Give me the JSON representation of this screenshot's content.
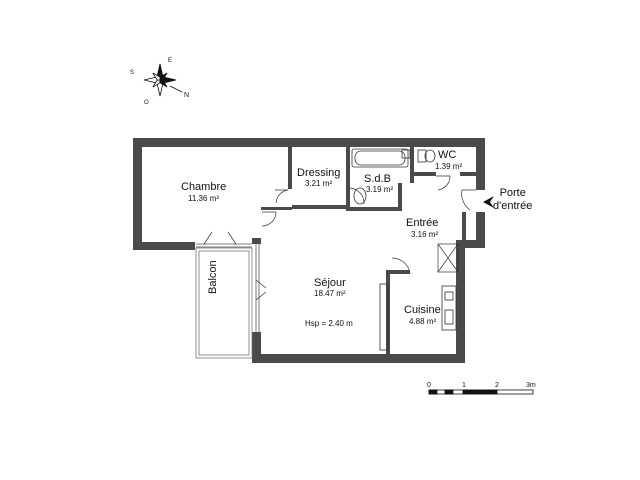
{
  "compass": {
    "icon": "compass-rose-icon",
    "north": "N",
    "south": "S",
    "east": "E",
    "west": "O"
  },
  "rooms": {
    "chambre": {
      "name": "Chambre",
      "area": "11.36 m²"
    },
    "dressing": {
      "name": "Dressing",
      "area": "3.21 m²"
    },
    "sdb": {
      "name": "S.d.B",
      "area": "3.19 m²"
    },
    "wc": {
      "name": "WC",
      "area": "1.39 m²"
    },
    "entree": {
      "name": "Entrée",
      "area": "3.16 m²"
    },
    "sejour": {
      "name": "Séjour",
      "area": "18.47 m²",
      "height": "Hsp = 2.40 m"
    },
    "cuisine": {
      "name": "Cuisine",
      "area": "4.88 m²"
    },
    "balcon": {
      "name": "Balcon"
    }
  },
  "entrance": {
    "line1": "Porte",
    "line2": "d'entrée",
    "icon": "entrance-arrow-icon"
  },
  "scale": {
    "labels": [
      "0",
      "1",
      "2",
      "3m"
    ]
  },
  "colors": {
    "wall": "#4a4a4a",
    "ink": "#111111"
  }
}
